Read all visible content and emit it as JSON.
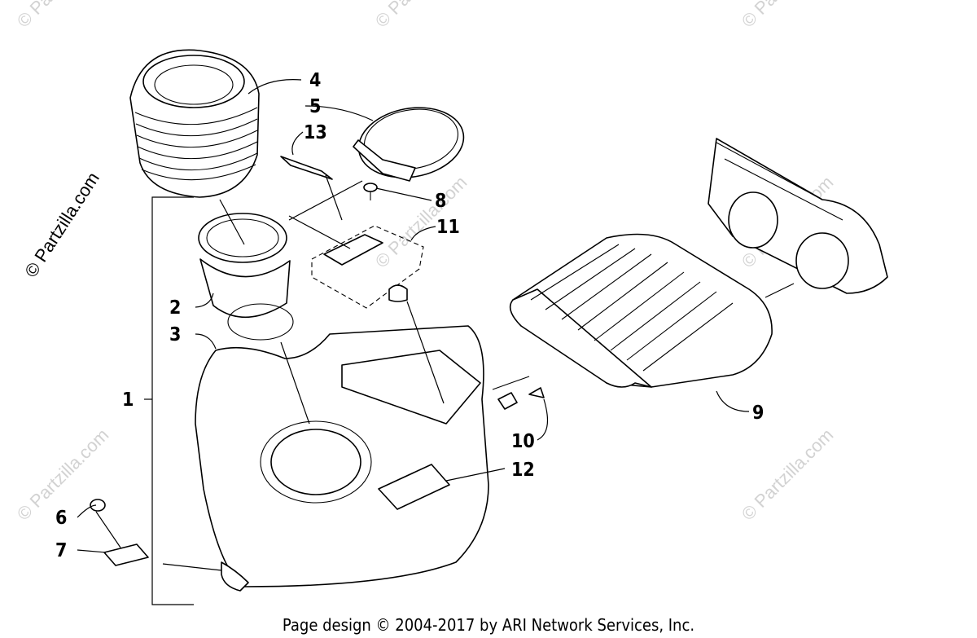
{
  "diagram": {
    "callouts": [
      "1",
      "2",
      "3",
      "4",
      "5",
      "6",
      "7",
      "8",
      "9",
      "10",
      "11",
      "12",
      "13"
    ],
    "watermark_main": "© Partzilla.com",
    "watermark_faint": "© Partzilla.com",
    "footer": "Page design © 2004-2017 by ARI Network Services, Inc."
  },
  "colors": {
    "line": "#000000",
    "watermark": "#d2d2d2",
    "background": "#ffffff"
  }
}
